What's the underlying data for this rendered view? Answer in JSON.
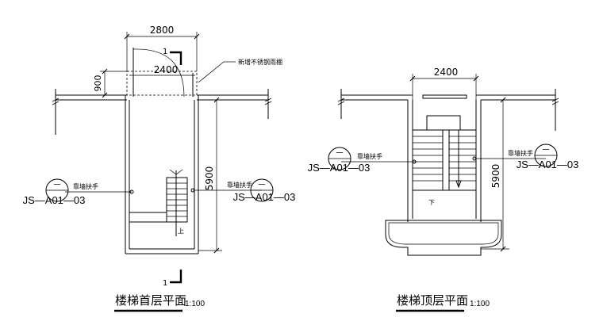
{
  "left_plan": {
    "title": "楼梯首层平面",
    "scale": "1:100",
    "dim_width_top": "2800",
    "dim_width_inner": "2400",
    "dim_canopy": "900",
    "dim_height": "5900",
    "section_mark": "1",
    "section_mark_bottom": "1",
    "note_canopy": "新增不锈钢雨棚",
    "handrail_left": {
      "note": "靠墙扶手",
      "ref_top": "一",
      "ref_code": "JS—A01—03"
    },
    "handrail_right": {
      "note": "靠墙扶手",
      "ref_top": "一",
      "ref_code": "JS—A01—03"
    },
    "up_label": "上"
  },
  "right_plan": {
    "title": "楼梯顶层平面",
    "scale": "1:100",
    "dim_width": "2400",
    "dim_height": "5900",
    "handrail_left": {
      "note": "靠墙扶手",
      "ref_top": "一",
      "ref_code": "JS—A01—03"
    },
    "handrail_right": {
      "note": "靠墙扶手",
      "ref_top": "一",
      "ref_code": "JS—A01—03"
    },
    "down_label": "下"
  }
}
